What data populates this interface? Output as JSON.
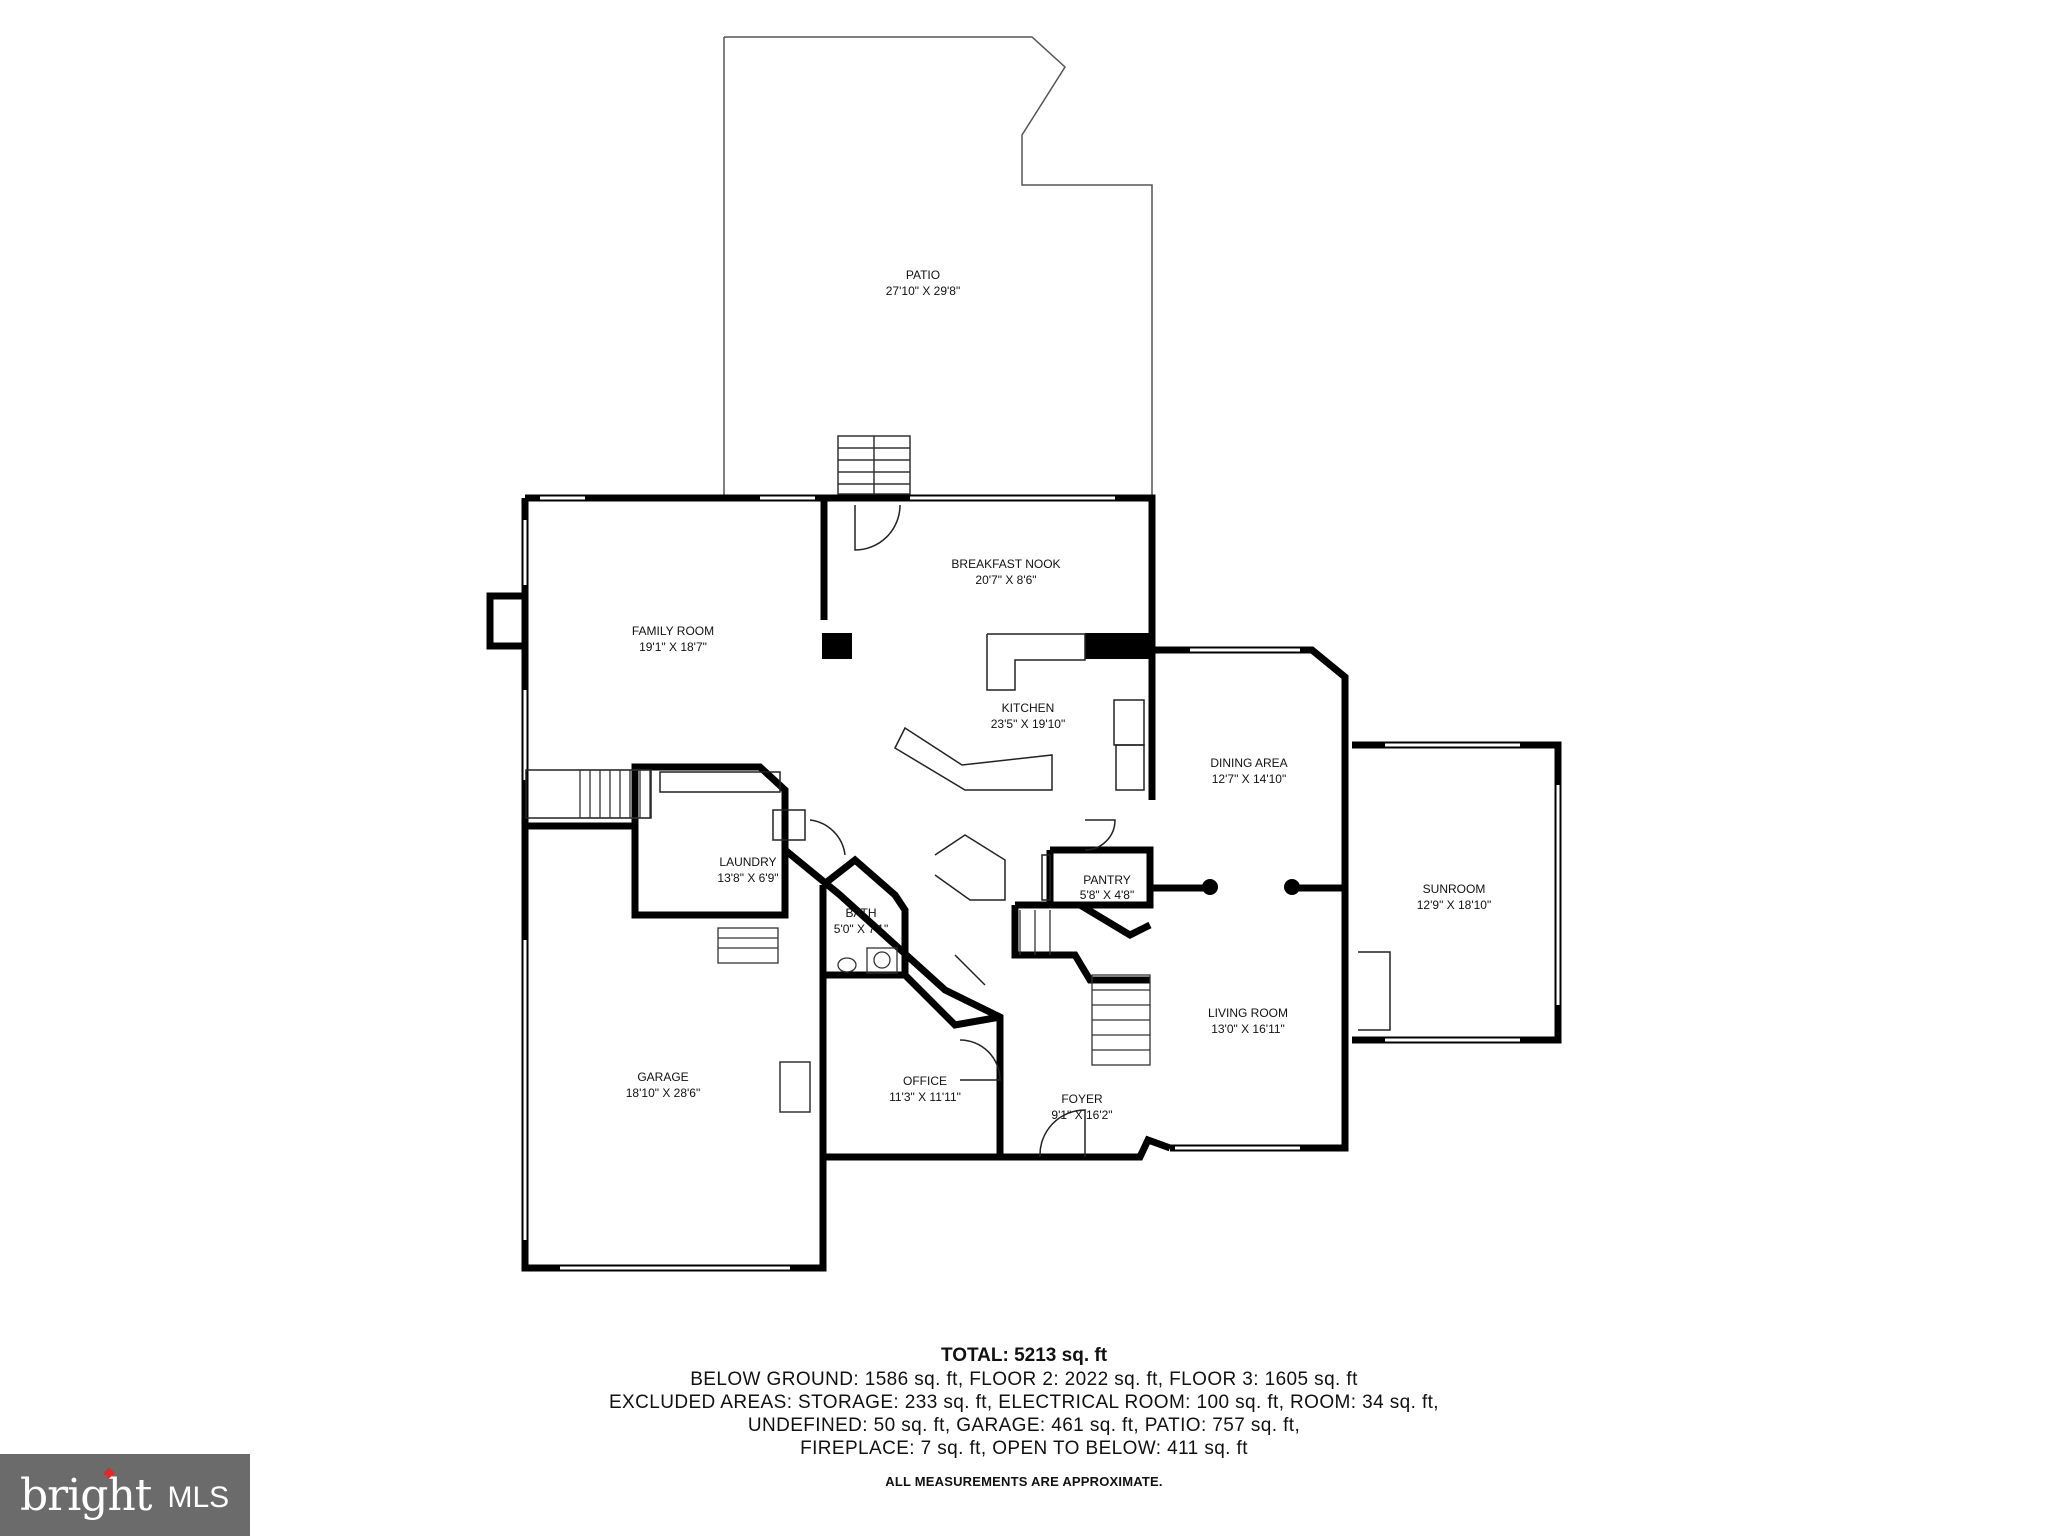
{
  "rooms": {
    "patio": {
      "name": "PATIO",
      "dims": "27'10\" X 29'8\""
    },
    "breakfast_nook": {
      "name": "BREAKFAST NOOK",
      "dims": "20'7\" X 8'6\""
    },
    "family_room": {
      "name": "FAMILY ROOM",
      "dims": "19'1\" X 18'7\""
    },
    "kitchen": {
      "name": "KITCHEN",
      "dims": "23'5\" X 19'10\""
    },
    "dining_area": {
      "name": "DINING AREA",
      "dims": "12'7\" X 14'10\""
    },
    "sunroom": {
      "name": "SUNROOM",
      "dims": "12'9\" X 18'10\""
    },
    "laundry": {
      "name": "LAUNDRY",
      "dims": "13'8\" X 6'9\""
    },
    "pantry": {
      "name": "PANTRY",
      "dims": "5'8\" X 4'8\""
    },
    "bath": {
      "name": "BATH",
      "dims": "5'0\" X 7'1\""
    },
    "living_room": {
      "name": "LIVING ROOM",
      "dims": "13'0\" X 16'11\""
    },
    "garage": {
      "name": "GARAGE",
      "dims": "18'10\" X 28'6\""
    },
    "office": {
      "name": "OFFICE",
      "dims": "11'3\" X 11'11\""
    },
    "foyer": {
      "name": "FOYER",
      "dims": "9'1\" X 16'2\""
    }
  },
  "summary": {
    "total": "TOTAL: 5213 sq. ft",
    "line1": "BELOW GROUND: 1586 sq. ft, FLOOR 2: 2022 sq. ft, FLOOR 3: 1605 sq. ft",
    "line2": "EXCLUDED AREAS: STORAGE: 233 sq. ft, ELECTRICAL ROOM: 100 sq. ft, ROOM: 34 sq. ft,",
    "line3": "UNDEFINED: 50 sq. ft, GARAGE: 461 sq. ft, PATIO: 757 sq. ft,",
    "line4": "FIREPLACE: 7 sq. ft, OPEN TO BELOW: 411 sq. ft",
    "note": "ALL MEASUREMENTS ARE APPROXIMATE."
  },
  "logo": {
    "brand": "bright",
    "suffix": "MLS"
  }
}
